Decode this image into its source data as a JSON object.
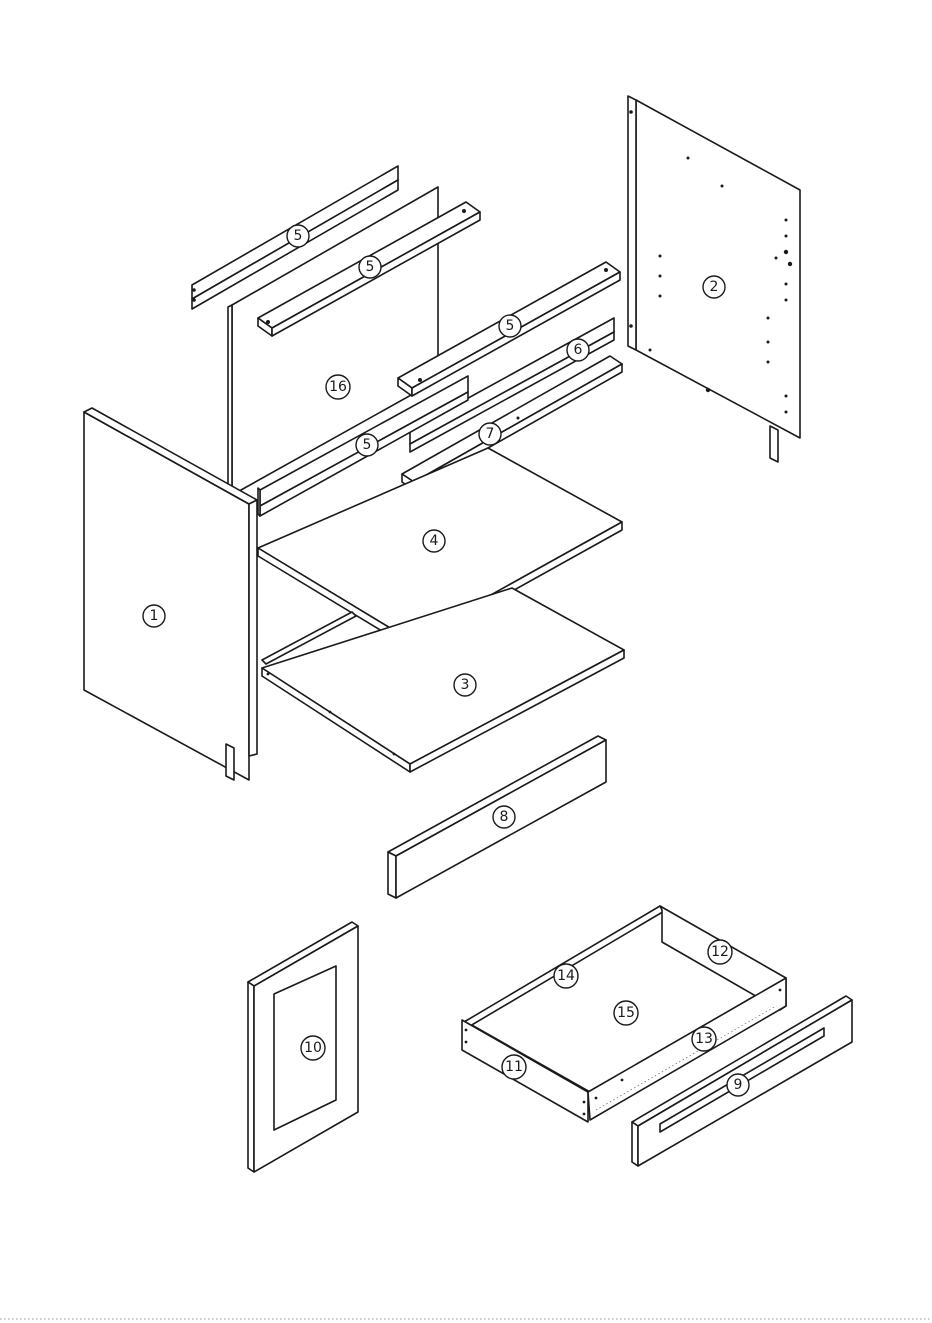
{
  "parts": [
    {
      "label": "1"
    },
    {
      "label": "2"
    },
    {
      "label": "3"
    },
    {
      "label": "4"
    },
    {
      "label": "5"
    },
    {
      "label": "5"
    },
    {
      "label": "5"
    },
    {
      "label": "5"
    },
    {
      "label": "6"
    },
    {
      "label": "7"
    },
    {
      "label": "8"
    },
    {
      "label": "9"
    },
    {
      "label": "10"
    },
    {
      "label": "11"
    },
    {
      "label": "12"
    },
    {
      "label": "13"
    },
    {
      "label": "14"
    },
    {
      "label": "15"
    },
    {
      "label": "16"
    }
  ]
}
